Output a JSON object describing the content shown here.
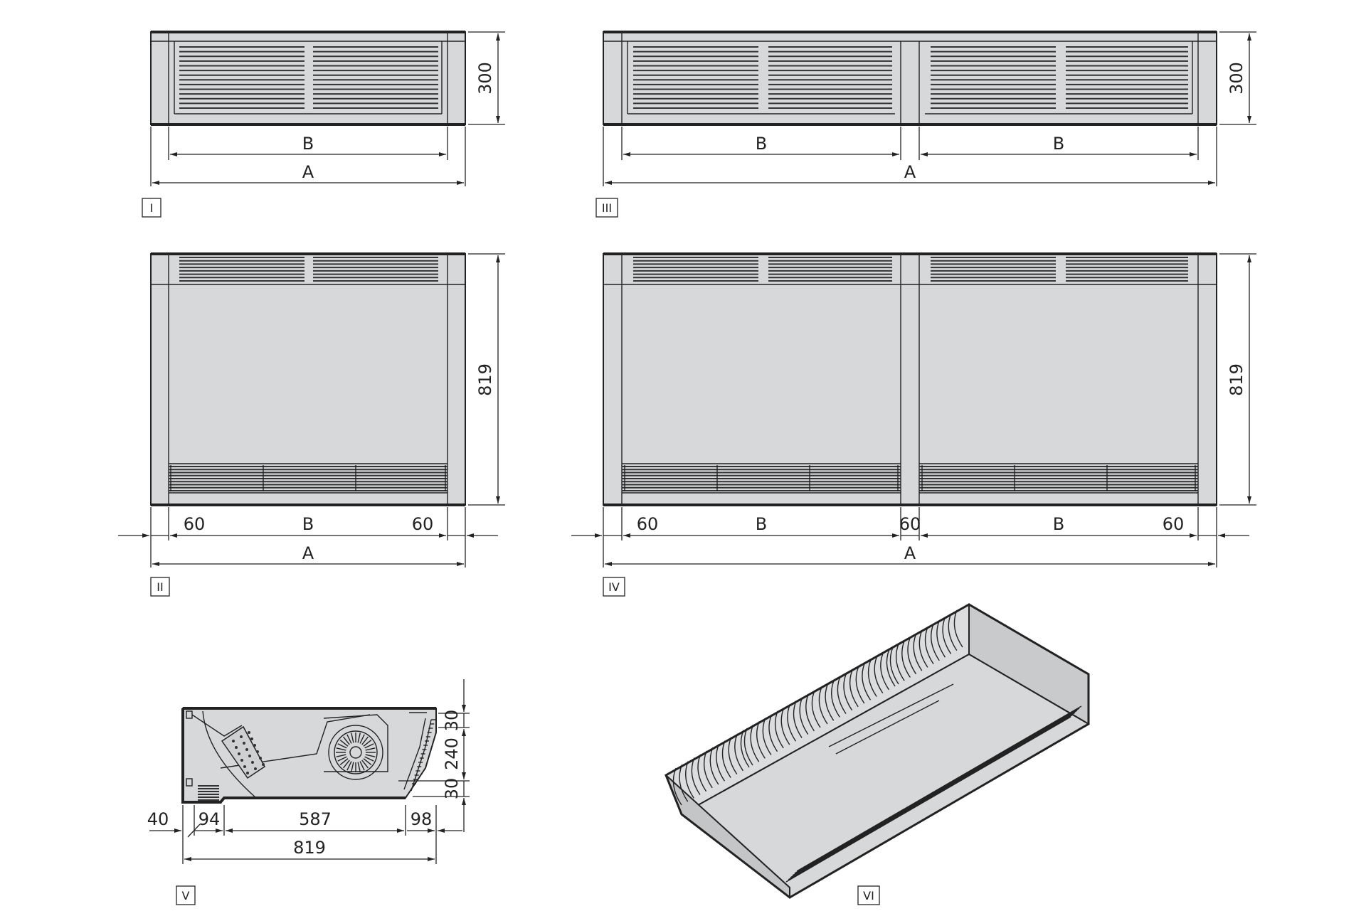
{
  "views": {
    "v1": {
      "tag": "I",
      "dim_height": "300",
      "dim_b": "B",
      "dim_a": "A"
    },
    "v2": {
      "tag": "II",
      "dim_height": "819",
      "dim_left": "60",
      "dim_b": "B",
      "dim_right": "60",
      "dim_a": "A"
    },
    "v3": {
      "tag": "III",
      "dim_height": "300",
      "dim_b1": "B",
      "dim_b2": "B",
      "dim_a": "A"
    },
    "v4": {
      "tag": "IV",
      "dim_height": "819",
      "dim_left": "60",
      "dim_b1": "B",
      "dim_mid": "60",
      "dim_b2": "B",
      "dim_right": "60",
      "dim_a": "A"
    },
    "v5": {
      "tag": "V",
      "dim_top": "30",
      "dim_mid": "240",
      "dim_bot": "30",
      "dim_40": "40",
      "dim_94": "94",
      "dim_587": "587",
      "dim_98": "98",
      "dim_819": "819"
    },
    "v6": {
      "tag": "VI"
    }
  }
}
